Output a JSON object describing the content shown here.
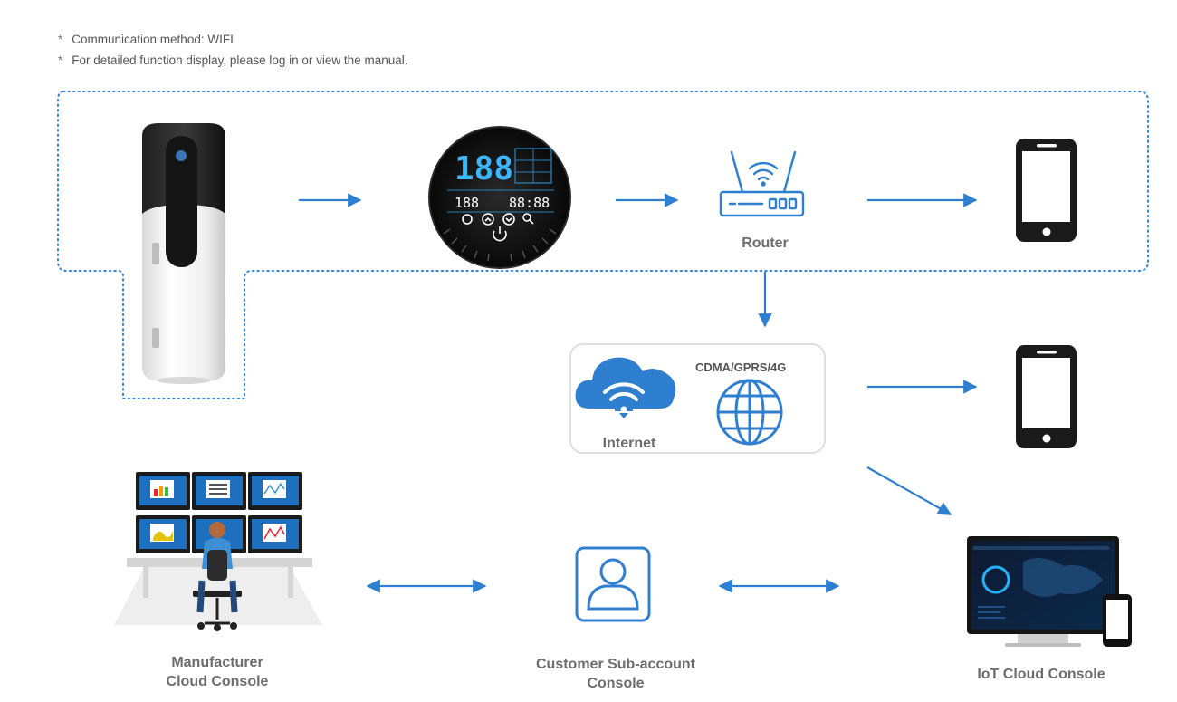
{
  "notes": [
    "Communication method: WIFI",
    "For detailed function display, please log in or view the manual."
  ],
  "note_marker": "*",
  "labels": {
    "router": "Router",
    "network_type": "CDMA/GPRS/4G",
    "internet": "Internet",
    "manufacturer_line1": "Manufacturer",
    "manufacturer_line2": "Cloud Console",
    "customer_line1": "Customer Sub-account",
    "customer_line2": "Console",
    "iot": "IoT Cloud Console"
  },
  "display": {
    "main_digits": "188",
    "left_digits": "188",
    "right_digits": "88:88"
  },
  "colors": {
    "accent_blue": "#2f7fd1",
    "dotted_border": "#3a86d4",
    "label_gray": "#6d6d6d",
    "device_black": "#1a1a1a"
  },
  "icons": [
    "heat-pump-water-heater",
    "controller-display",
    "router-icon",
    "smartphone-icon",
    "cloud-wifi-icon",
    "globe-icon",
    "control-room",
    "user-account-icon",
    "iot-monitor"
  ]
}
